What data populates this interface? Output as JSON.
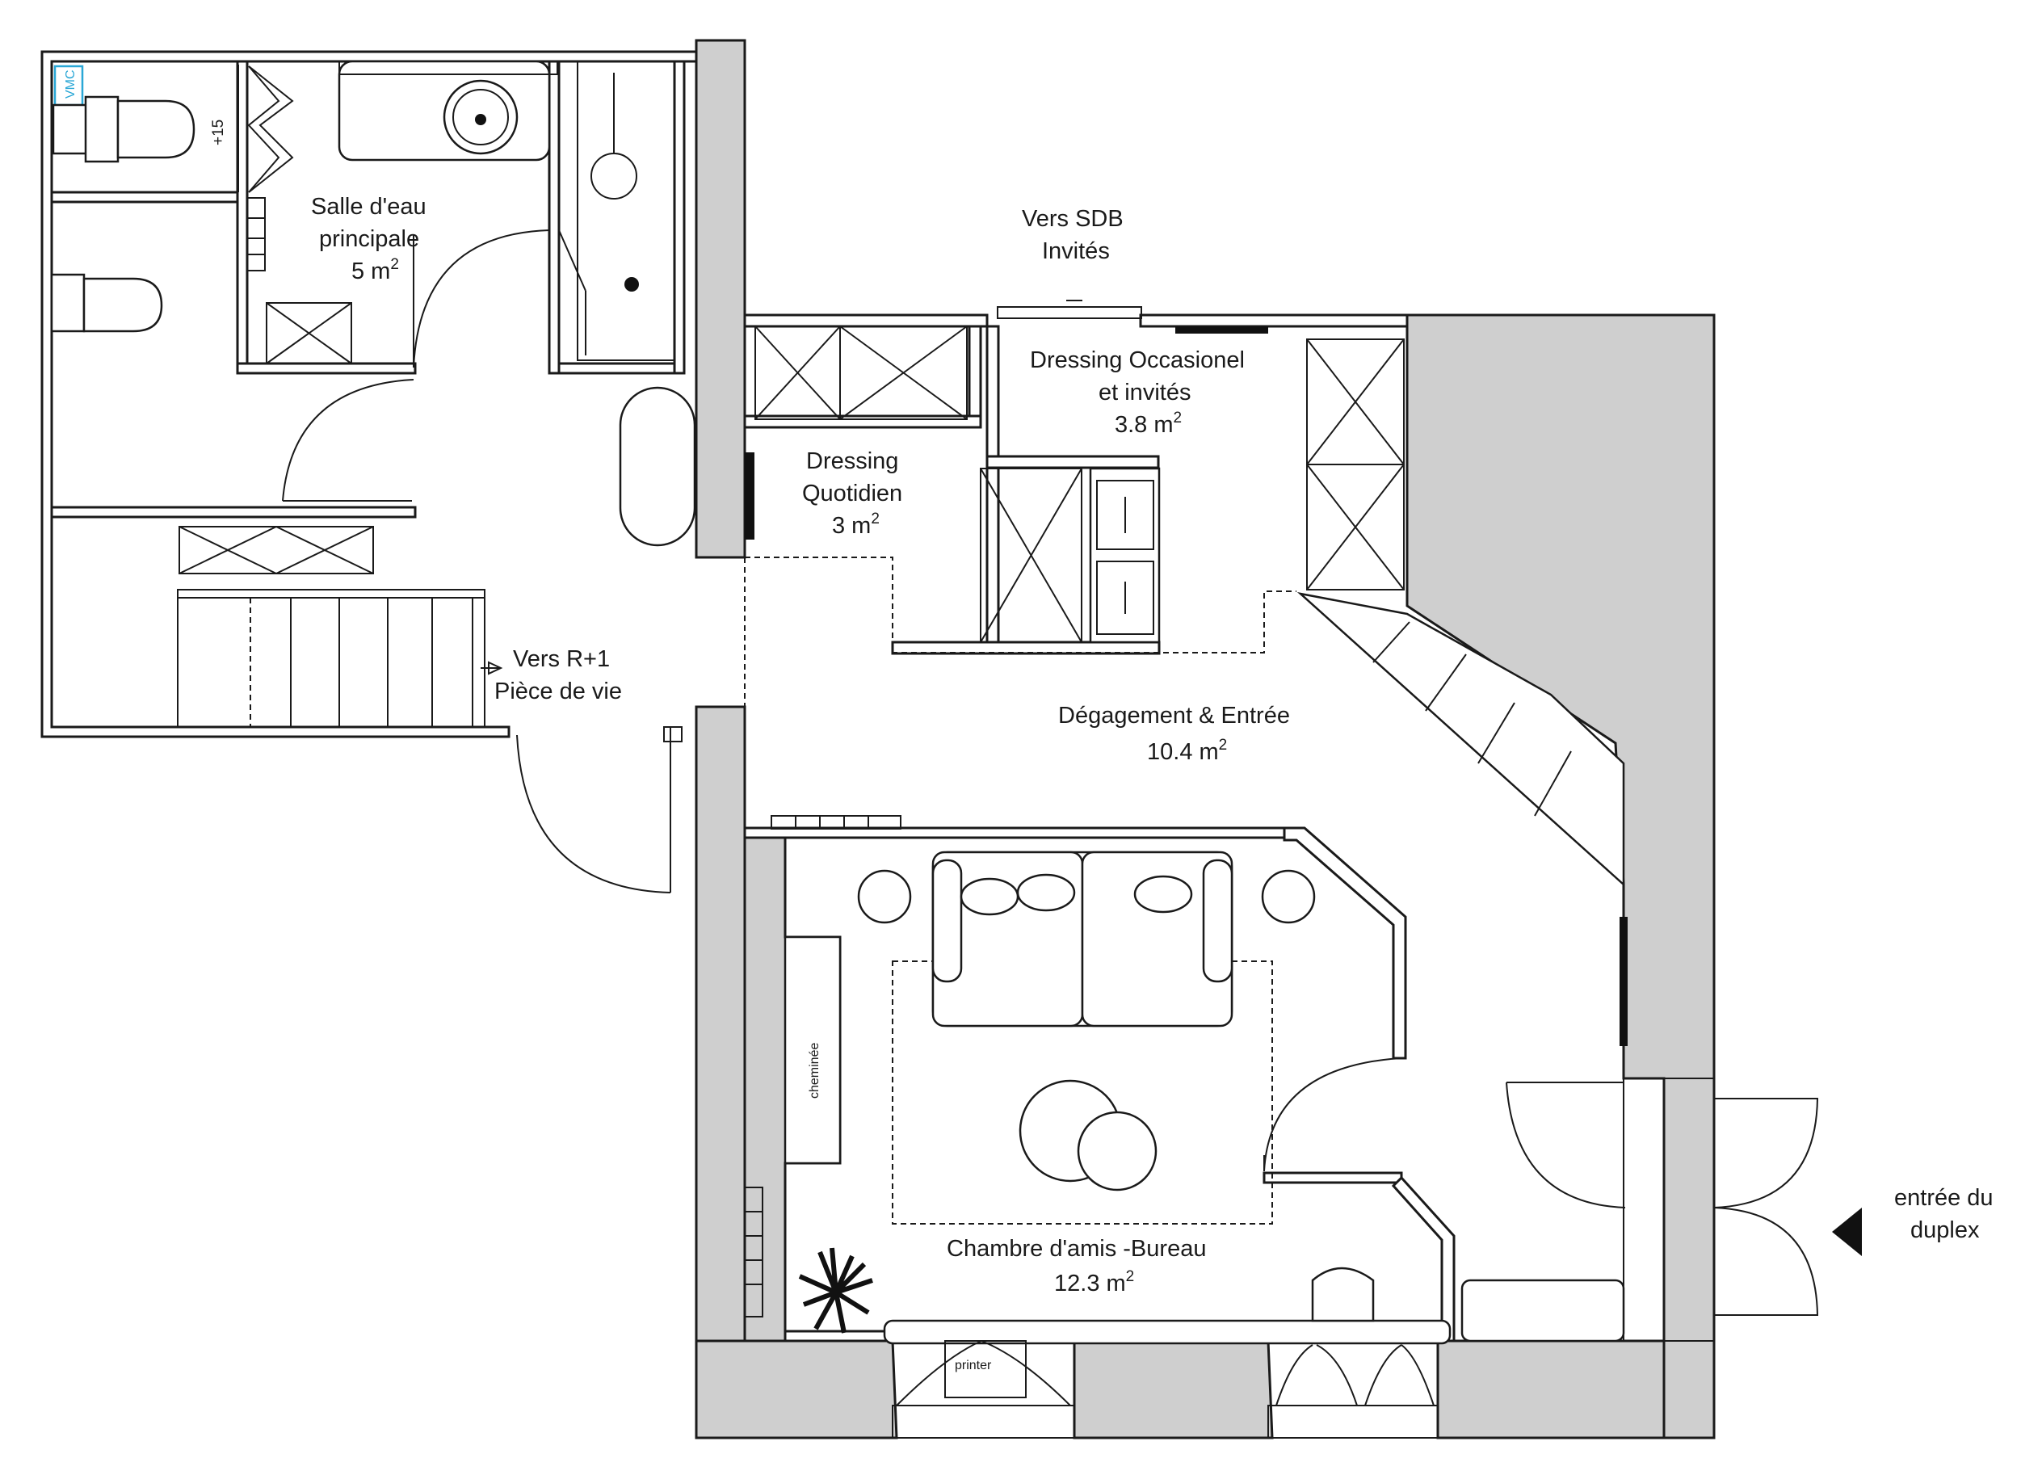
{
  "rooms": {
    "salle_eau": {
      "line1": "Salle d'eau",
      "line2": "principale",
      "area": "5 m",
      "sup": "2"
    },
    "dressing_quotidien": {
      "line1": "Dressing",
      "line2": "Quotidien",
      "area": "3 m",
      "sup": "2"
    },
    "dressing_occasionel": {
      "line1": "Dressing Occasionel",
      "line2": "et invités",
      "area": "3.8 m",
      "sup": "2"
    },
    "degagement": {
      "line1": "Dégagement & Entrée",
      "area": "10.4 m",
      "sup": "2"
    },
    "chambre": {
      "line1": "Chambre d'amis -Bureau",
      "area": "12.3 m",
      "sup": "2"
    }
  },
  "labels": {
    "vers_sdb": {
      "line1": "Vers SDB",
      "line2": "Invités"
    },
    "vers_r1": {
      "line1": "Vers R+1",
      "line2": "Pièce de vie"
    },
    "entree": {
      "line1": "entrée du",
      "line2": "duplex"
    },
    "vmc": "VMC",
    "plus15": "+15",
    "cheminee": "cheminée",
    "printer": "printer"
  },
  "colors": {
    "stone": "#cfcfcf",
    "line": "#1a1a1a",
    "vmc": "#2aa7d6"
  }
}
